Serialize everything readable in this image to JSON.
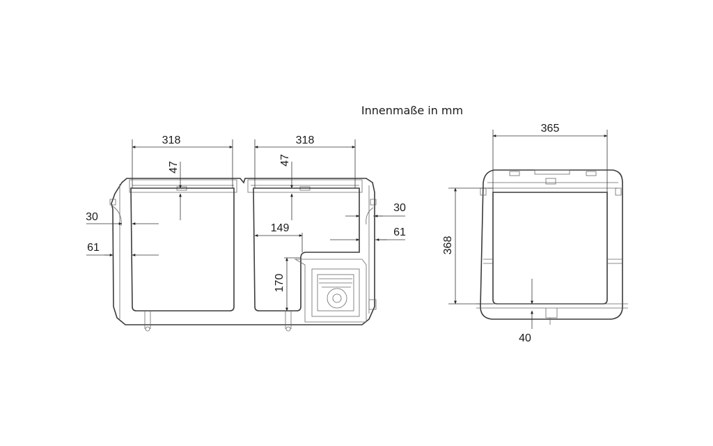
{
  "title": "Innenmaße in mm",
  "front_view": {
    "width_left": "318",
    "width_right": "318",
    "lid_left": "47",
    "lid_right": "47",
    "side_left_top": "30",
    "side_left_bottom": "61",
    "side_right_top": "30",
    "side_right_bottom": "61",
    "step_width": "149",
    "step_height": "170"
  },
  "side_view": {
    "depth": "365",
    "height": "368",
    "bottom": "40"
  }
}
